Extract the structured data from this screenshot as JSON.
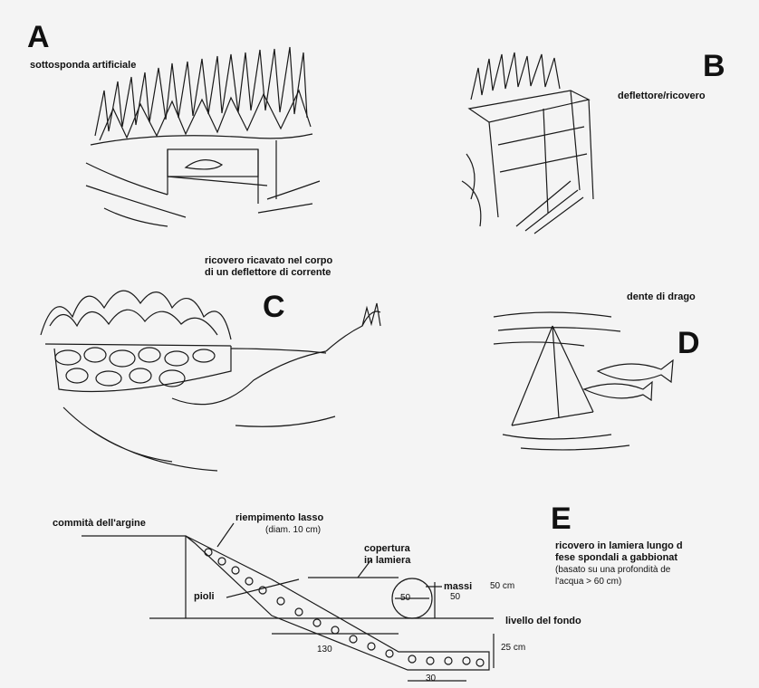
{
  "panels": {
    "a": {
      "letter": "A",
      "caption": "sottosponda artificiale"
    },
    "b": {
      "letter": "B",
      "caption": "deflettore/ricovero"
    },
    "c": {
      "letter": "C",
      "caption_line1": "ricovero ricavato nel corpo",
      "caption_line2": "di un deflettore di corrente"
    },
    "d": {
      "letter": "D",
      "caption": "dente di drago"
    },
    "e": {
      "letter": "E",
      "desc_line1": "ricovero in lamiera lungo d",
      "desc_line2": "fese spondali a gabbionat",
      "note_line1": "(basato su una profondità de",
      "note_line2": "l'acqua > 60 cm)",
      "labels": {
        "crest": "commità dell'argine",
        "fill": "riempimento lasso",
        "fill_note": "(diam. 10 cm)",
        "cover_line1": "copertura",
        "cover_line2": "in lamiera",
        "boulders": "massi",
        "boulders_dim": "50 cm",
        "pipe_dim": "50",
        "side_dim": "50",
        "posts": "pioli",
        "bed": "livello del fondo",
        "depth_dim": "25 cm",
        "length_dim": "130",
        "base_dim": "30"
      }
    }
  }
}
